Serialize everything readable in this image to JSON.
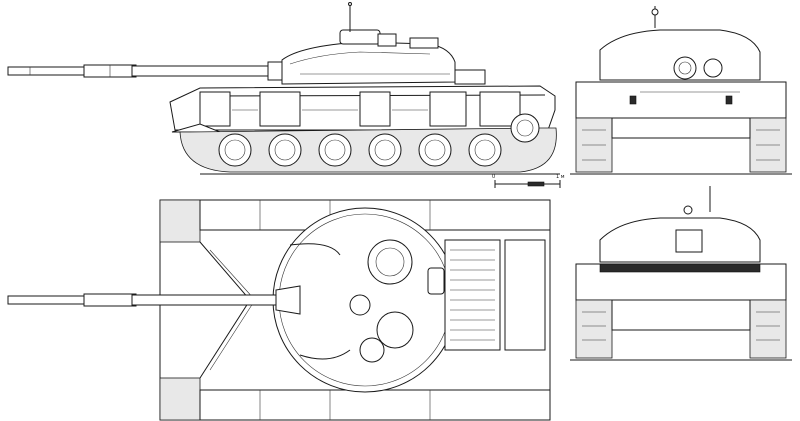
{
  "drawing": {
    "views": [
      "side-view",
      "front-view",
      "top-view",
      "rear-view"
    ],
    "scale_bar": {
      "label_start": "0",
      "label_end": "1 м"
    },
    "colors": {
      "line": "#1a1a1a",
      "paper": "#ffffff",
      "shade": "#e8e8e8",
      "dark": "#2a2a2a"
    }
  }
}
